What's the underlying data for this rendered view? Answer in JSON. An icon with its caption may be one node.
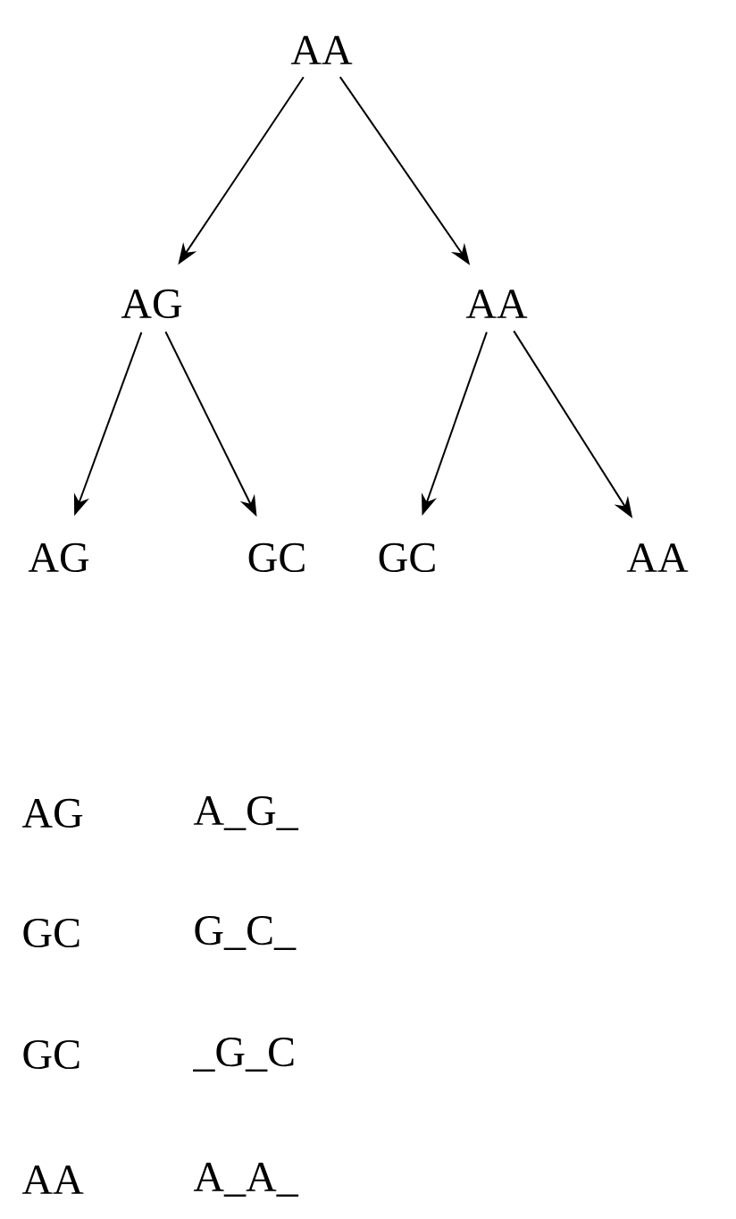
{
  "diagram": {
    "nodes": [
      {
        "text": [
          "AA"
        ]
      },
      {
        "text": [
          "AG"
        ]
      },
      {
        "text": [
          "AA"
        ]
      },
      {
        "text": [
          "AG"
        ]
      },
      {
        "text": [
          "GC"
        ]
      },
      {
        "text": [
          "GC"
        ]
      },
      {
        "text": [
          "AA"
        ]
      }
    ],
    "edges": [
      {
        "from": 0,
        "to": 1,
        "arrow": "to"
      },
      {
        "from": 0,
        "to": 2,
        "arrow": "to"
      },
      {
        "from": 1,
        "to": 3,
        "arrow": "to"
      },
      {
        "from": 1,
        "to": 4,
        "arrow": "to"
      },
      {
        "from": 2,
        "to": 5,
        "arrow": "to"
      },
      {
        "from": 2,
        "to": 6,
        "arrow": "to"
      }
    ],
    "labels": [
      "AG",
      "A_G_",
      "GC",
      "G_C_",
      "GC",
      "_G_C",
      "AA",
      "A_A_"
    ]
  }
}
